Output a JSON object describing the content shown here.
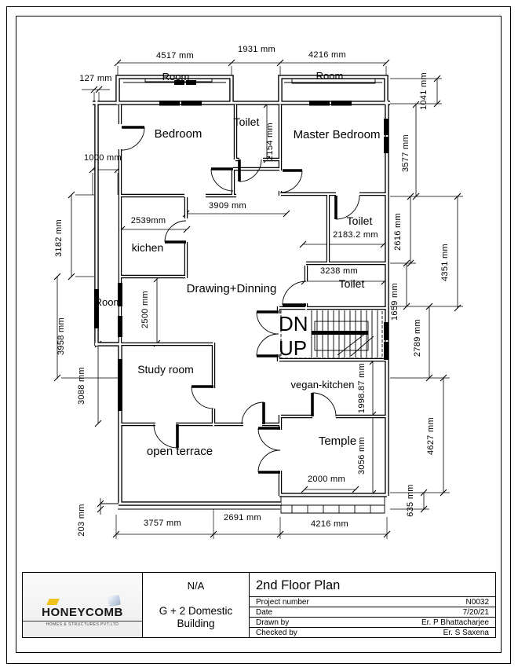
{
  "labels": {
    "room_tl": "Room",
    "room_tr": "Room",
    "bedroom": "Bedroom",
    "toilet_top": "Toilet",
    "master_bedroom": "Master Bedroom",
    "kichen": "kichen",
    "toilet_master": "Toilet",
    "toilet_mid": "Toilet",
    "drawing_dinning": "Drawing+Dinning",
    "room_left": "Room",
    "study_room": "Study room",
    "vegan_kitchen": "vegan-kitchen",
    "open_terrace": "open terrace",
    "temple": "Temple",
    "dn": "DN",
    "up": "UP"
  },
  "dims": {
    "d127": "127 mm",
    "d4517": "4517 mm",
    "d1931": "1931 mm",
    "d4216_top": "4216 mm",
    "d1041": "1041 mm",
    "d1000": "1000 mm",
    "d2154": "2154 mm",
    "d3577": "3577 mm",
    "d3909": "3909 mm",
    "d2539": "2539mm",
    "d3182": "3182 mm",
    "d2183": "2183.2 mm",
    "d2616": "2616 mm",
    "d4351": "4351 mm",
    "d3238": "3238 mm",
    "d2500": "2500 mm",
    "d1659": "1659 mm",
    "d3958": "3958 mm",
    "d2789": "2789 mm",
    "d3088": "3088 mm",
    "d1998": "1998.87 mm",
    "d3056": "3056 mm",
    "d2000": "2000 mm",
    "d4627": "4627 mm",
    "d635": "635 mm",
    "d203": "203 mm",
    "d3757": "3757 mm",
    "d2691": "2691 mm",
    "d4216_bot": "4216 mm"
  },
  "title_block": {
    "scale_na": "N/A",
    "project_name": "G + 2 Domestic Building",
    "sheet_title": "2nd Floor Plan",
    "logo": {
      "name": "HONEYCOMB",
      "tagline": "HOMES & STRUCTURES PVT.LTD"
    },
    "fields": [
      {
        "label": "Project number",
        "value": "N0032"
      },
      {
        "label": "Date",
        "value": "7/20/21"
      },
      {
        "label": "Drawn by",
        "value": "Er. P Bhattacharjee"
      },
      {
        "label": "Checked by",
        "value": "Er. S Saxena"
      }
    ]
  }
}
